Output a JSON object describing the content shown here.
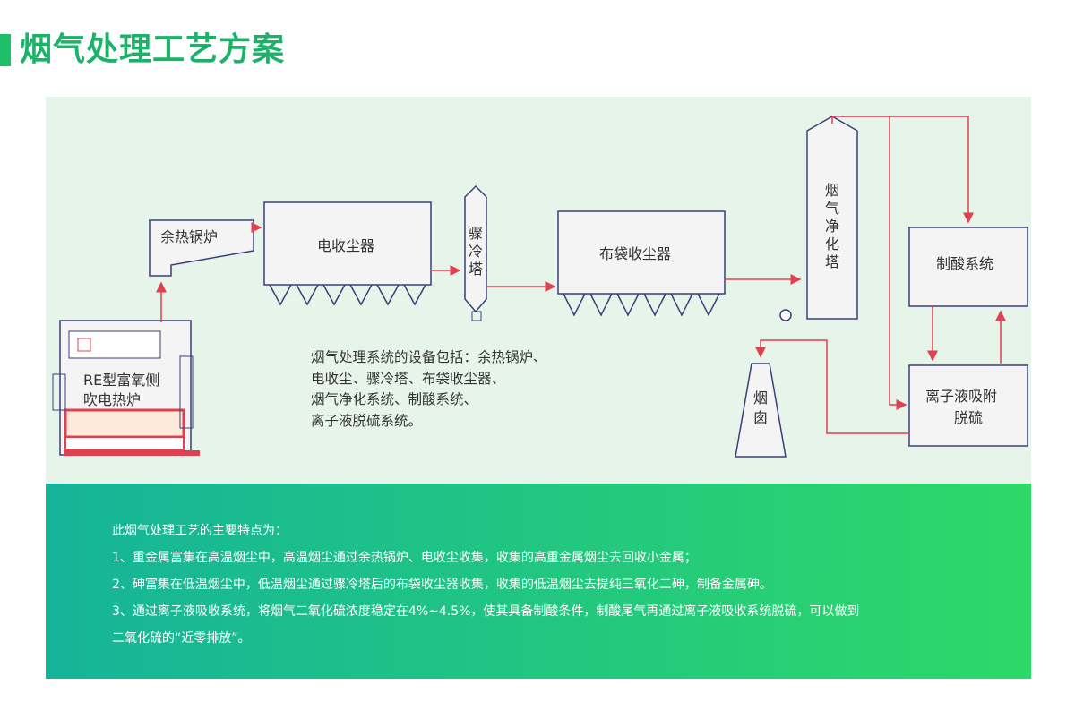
{
  "page_title": "烟气处理工艺方案",
  "diagram": {
    "waste_heat_boiler": "余热锅炉",
    "electrostatic_precipitator": "电收尘器",
    "quench_tower": [
      "骤",
      "冷",
      "塔"
    ],
    "bag_filter": "布袋收尘器",
    "purification_tower": [
      "烟",
      "气",
      "净",
      "化",
      "塔"
    ],
    "acid_system": "制酸系统",
    "ion_desulfurization": [
      "离子液吸附",
      "脱硫"
    ],
    "chimney": [
      "烟",
      "囱"
    ],
    "furnace_label": [
      "RE型富氧侧",
      "吹电热炉"
    ],
    "description": [
      "烟气处理系统的设备包括：余热锅炉、",
      "电收尘、骤冷塔、布袋收尘器、",
      "烟气净化系统、制酸系统、",
      "离子液脱硫系统。"
    ]
  },
  "features": {
    "heading": "此烟气处理工艺的主要特点为：",
    "items": [
      "1、重金属富集在高温烟尘中，高温烟尘通过余热锅炉、电收尘收集，收集的高重金属烟尘去回收小金属；",
      "2、砷富集在低温烟尘中，低温烟尘通过骤冷塔后的布袋收尘器收集，收集的低温烟尘去提纯三氧化二砷，制备金属砷。",
      "3、通过离子液吸收系统，将烟气二氧化硫浓度稳定在4%~4.5%，使其具备制酸条件，制酸尾气再通过离子液吸收系统脱硫，可以做到",
      "二氧化硫的“近零排放”。"
    ]
  },
  "colors": {
    "accent_green": "#1bb36a",
    "flow_line": "#e04050",
    "equipment_outline": "#3a3f7a",
    "diagram_bg": "#e6f4ea"
  }
}
